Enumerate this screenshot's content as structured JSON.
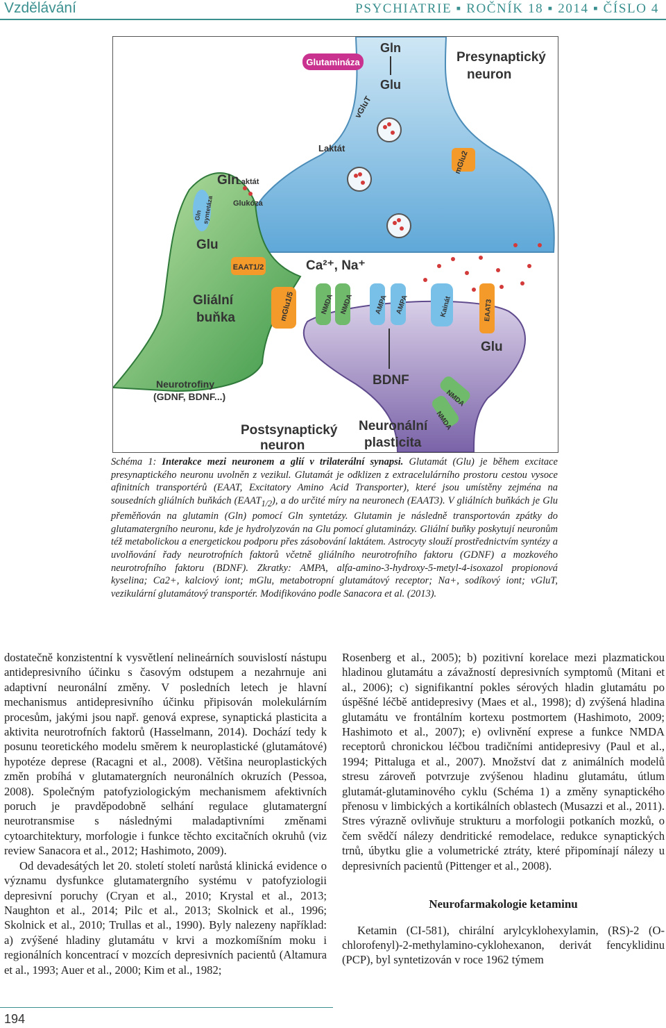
{
  "header": {
    "section": "Vzdělávání",
    "journal": "PSYCHIATRIE ▪ ROČNÍK 18 ▪ 2014 ▪ ČÍSLO 4"
  },
  "figure": {
    "labels": {
      "gln_top": "Gln",
      "glutaminaza": "Glutamináza",
      "glu_top": "Glu",
      "presynaptic": [
        "Presynaptický",
        "neuron"
      ],
      "vglut": "vGluT",
      "laktat_pre": "Laktát",
      "mglu2": "mGlu2",
      "gln_glial": "Gln",
      "laktat_glial": "Laktát",
      "glukoza": "Glukóza",
      "gln_synthetaza": [
        "Gln",
        "syntetáza"
      ],
      "glu_glial": "Glu",
      "eaat12": "EAAT1/2",
      "ions": "Ca²⁺, Na⁺",
      "glial_cell": [
        "Gliální",
        "buňka"
      ],
      "mglu15": "mGlu1/5",
      "receptors": [
        "NMDA",
        "NMDA",
        "AMPA",
        "AMPA",
        "Kainát"
      ],
      "eaat3": "EAAT3",
      "glu_post": "Glu",
      "bdnf": "BDNF",
      "nmda_extra": [
        "NMDA",
        "NMDA"
      ],
      "neurotrophins": [
        "Neurotrofiny",
        "(GDNF, BDNF...)"
      ],
      "postsynaptic": [
        "Postsynaptický",
        "neuron"
      ],
      "plasticity": [
        "Neuronální",
        "plasticita"
      ]
    },
    "colors": {
      "presynaptic": "#8fc5e6",
      "glial": "#6fba6b",
      "postsynaptic": "#9a86bd",
      "transporter": "#f39a2b",
      "receptor": "#79c0e8",
      "glutamate": "#d33a3a",
      "text": "#3a3a3a"
    }
  },
  "caption": {
    "lead": "Schéma 1: ",
    "title": "Interakce mezi neuronem a glií v trilaterální synapsi.",
    "body1": " Glutamát (Glu) je během exci­tace presynaptického neuronu uvolněn z vezikul. Glutamát je odklizen z extracelulárního prostoru cestou vysoce afinitních transportérů (EAAT, Excitatory Amino Acid Transporter), které jsou umís­těny zejména na sousedních gliálních buňkách (EAAT",
    "sub": "1/2",
    "body2": "), a do určité míry na neuronech (EAAT3). V gliálních buňkách je Glu přeměňován na glutamin (Gln) pomocí Gln syntetázy. Glutamin je následně transportován zpátky do glutamatergního neuronu, kde je hydrolyzován na Glu pomocí glutaminázy. Gliální buňky poskytují neuronům též metabolickou a energetickou podporu přes zásobování laktátem. Astrocyty slouží prostřednictvím syntézy a uvolňování řady neurotrofních fak­torů včetně gliálního neurotrofního faktoru (GDNF) a mozkového neurotrofního faktoru (BDNF). Zkratky: AMPA, alfa-amino-3-hydroxy-5-metyl-4-isoxazol propionová kyselina; Ca2+, kalciový iont; mGlu, metabotropní glutamátový receptor; Na+, sodíkový iont; vGluT, vezikulární glutamátový trans­portér. Modifikováno podle Sanacora et al. (2013)."
  },
  "left_column": {
    "p1": "dostatečně konzistentní k vysvětlení nelineárních souvislostí nástupu antidepresivního účinku s časovým odstupem a ne­zahrnuje ani adaptivní neuronální změny. V posledních letech je hlavní mechanismus antidepresivního účinku připisován molekulárním procesům, jakými jsou např. genová exprese, synaptická plasticita a aktivita neurotrofních faktorů (Has­selmann, 2014). Dochází tedy k posunu teoretického modelu směrem k neuroplastické (glutamátové) hypotéze deprese (Racagni et al., 2008). Většina neuroplastických změn probíhá v glutamatergních neuronálních okruzích (Pessoa, 2008). Společným patofyziologickým mechanismem afektivních poruch je pravděpodobně selhání regulace glutamatergní neurotransmise s následnými maladaptivními změnami cytoarchitektury, morfologie i funkce těchto excitačních okruhů (viz review Sanacora et al., 2012; Hashimoto, 2009).",
    "p2": "Od devadesátých let 20. století století narůstá klinická evidence o významu dysfunkce glutamatergního systému v pa­tofyziologii depresivní poruchy (Cryan et al., 2010; Krystal et al., 2013; Naughton et al., 2014; Pilc et al., 2013; Skolnick et al., 1996; Skolnick et al., 2010; Trullas et al., 1990). Byly nalezeny například: a) zvýšené hladiny glutamátu v krvi a mozkomíšním moku i regionálních koncentrací v mozcích depresivních pacientů (Altamura et al., 1993; Auer et al., 2000; Kim et al., 1982;"
  },
  "right_column": {
    "p1": "Rosenberg et al., 2005); b) pozitivní korelace mezi plazmatickou hladinou glutamátu a závažností depresivních symptomů (Mitani et al., 2006); c) signifikantní pokles sérových hladin glutamátu po úspěšné léčbě antidepresivy (Maes et al., 1998); d) zvýšená hladina glutamátu ve frontálním kortexu postmor­tem (Hashimoto, 2009; Hashimoto et al., 2007); e) ovlivnění ex­prese a funkce NMDA receptorů chronickou léčbou tradičními antidepresivy (Paul et al., 1994; Pittaluga et al., 2007). Množství dat z animálních modelů stresu zároveň potvrzuje zvýšenou hladinu glutamátu, útlum glutamát-glutaminového cyklu (Schéma 1) a změny synaptického přenosu v limbických a kor­tikálních oblastech (Musazzi et al., 2011). Stres výrazně ovlivňuje strukturu a morfologii potkaních mozků, o čem svědčí nálezy dendritické remodelace, redukce synaptických trnů, úbytku glie a volumetrické ztráty, které připomínají nálezy u depresivních pacientů (Pittenger et al., 2008).",
    "section_title": "Neurofarmakologie ketaminu",
    "p2": "Ketamin (CI-581), chirální arylcyklohexylamin, (RS)-2 (O-chlorofenyl)-2-methylamino-cyklohexanon, derivát fencyklidinu (PCP), byl syntetizován v roce 1962 týmem"
  },
  "page_number": "194"
}
